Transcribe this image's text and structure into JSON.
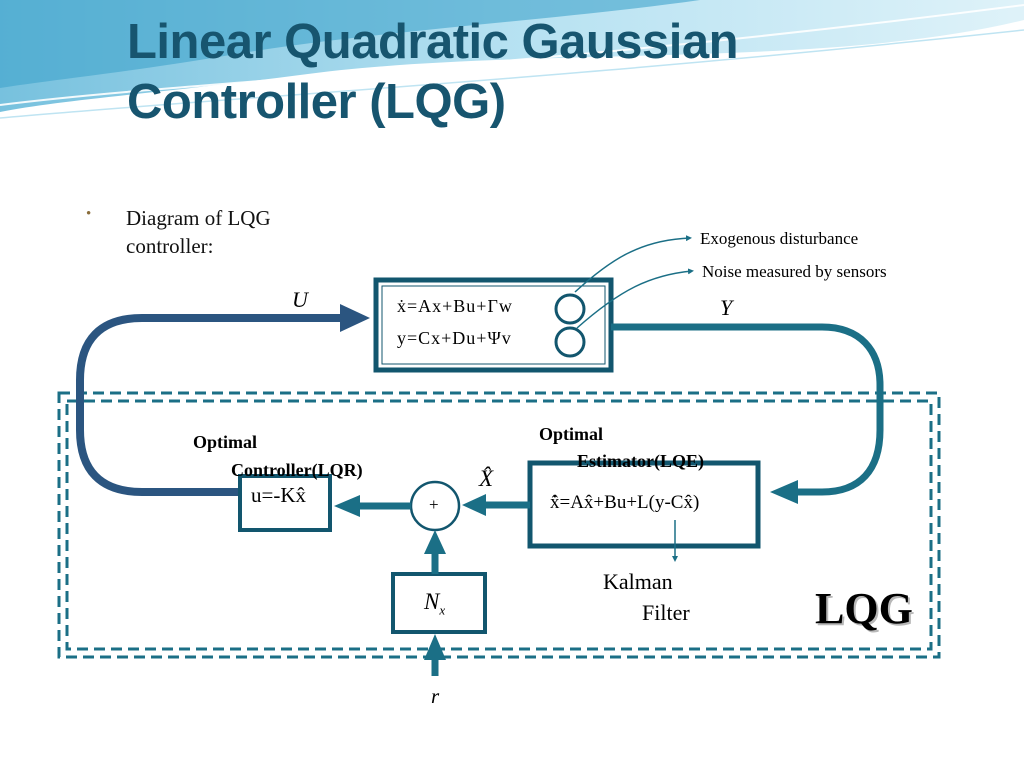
{
  "slide": {
    "title_line1": "Linear Quadratic Gaussian",
    "title_line2": "Controller (LQG)",
    "bullet_text": "Diagram of LQG controller:"
  },
  "diagram": {
    "exogenous_label": "Exogenous disturbance",
    "noise_label": "Noise measured by sensors",
    "input_label": "U",
    "output_label": "Y",
    "plant_eq1": "ẋ=Ax+Bu+Γw",
    "plant_eq2": "y=Cx+Du+Ψv",
    "lqr_label_line1": "Optimal",
    "lqr_label_line2": "Controller(LQR)",
    "lqr_eq": "u=-Kx̂",
    "lqe_label_line1": "Optimal",
    "lqe_label_line2": "Estimator(LQE)",
    "lqe_eq": "x̂̇=Ax̂+Bu+L(y-Cx̂)",
    "xhat_label": "X̂",
    "sum_sign": "+",
    "nx_label": "N",
    "nx_sub": "x",
    "ref_label": "r",
    "kalman_line1": "Kalman",
    "kalman_line2": "Filter",
    "lqg_label": "LQG"
  },
  "colors": {
    "title": "#17556f",
    "block_border": "#12566e",
    "feedback_arrow": "#2b5580",
    "teal_line": "#1b6f86"
  }
}
